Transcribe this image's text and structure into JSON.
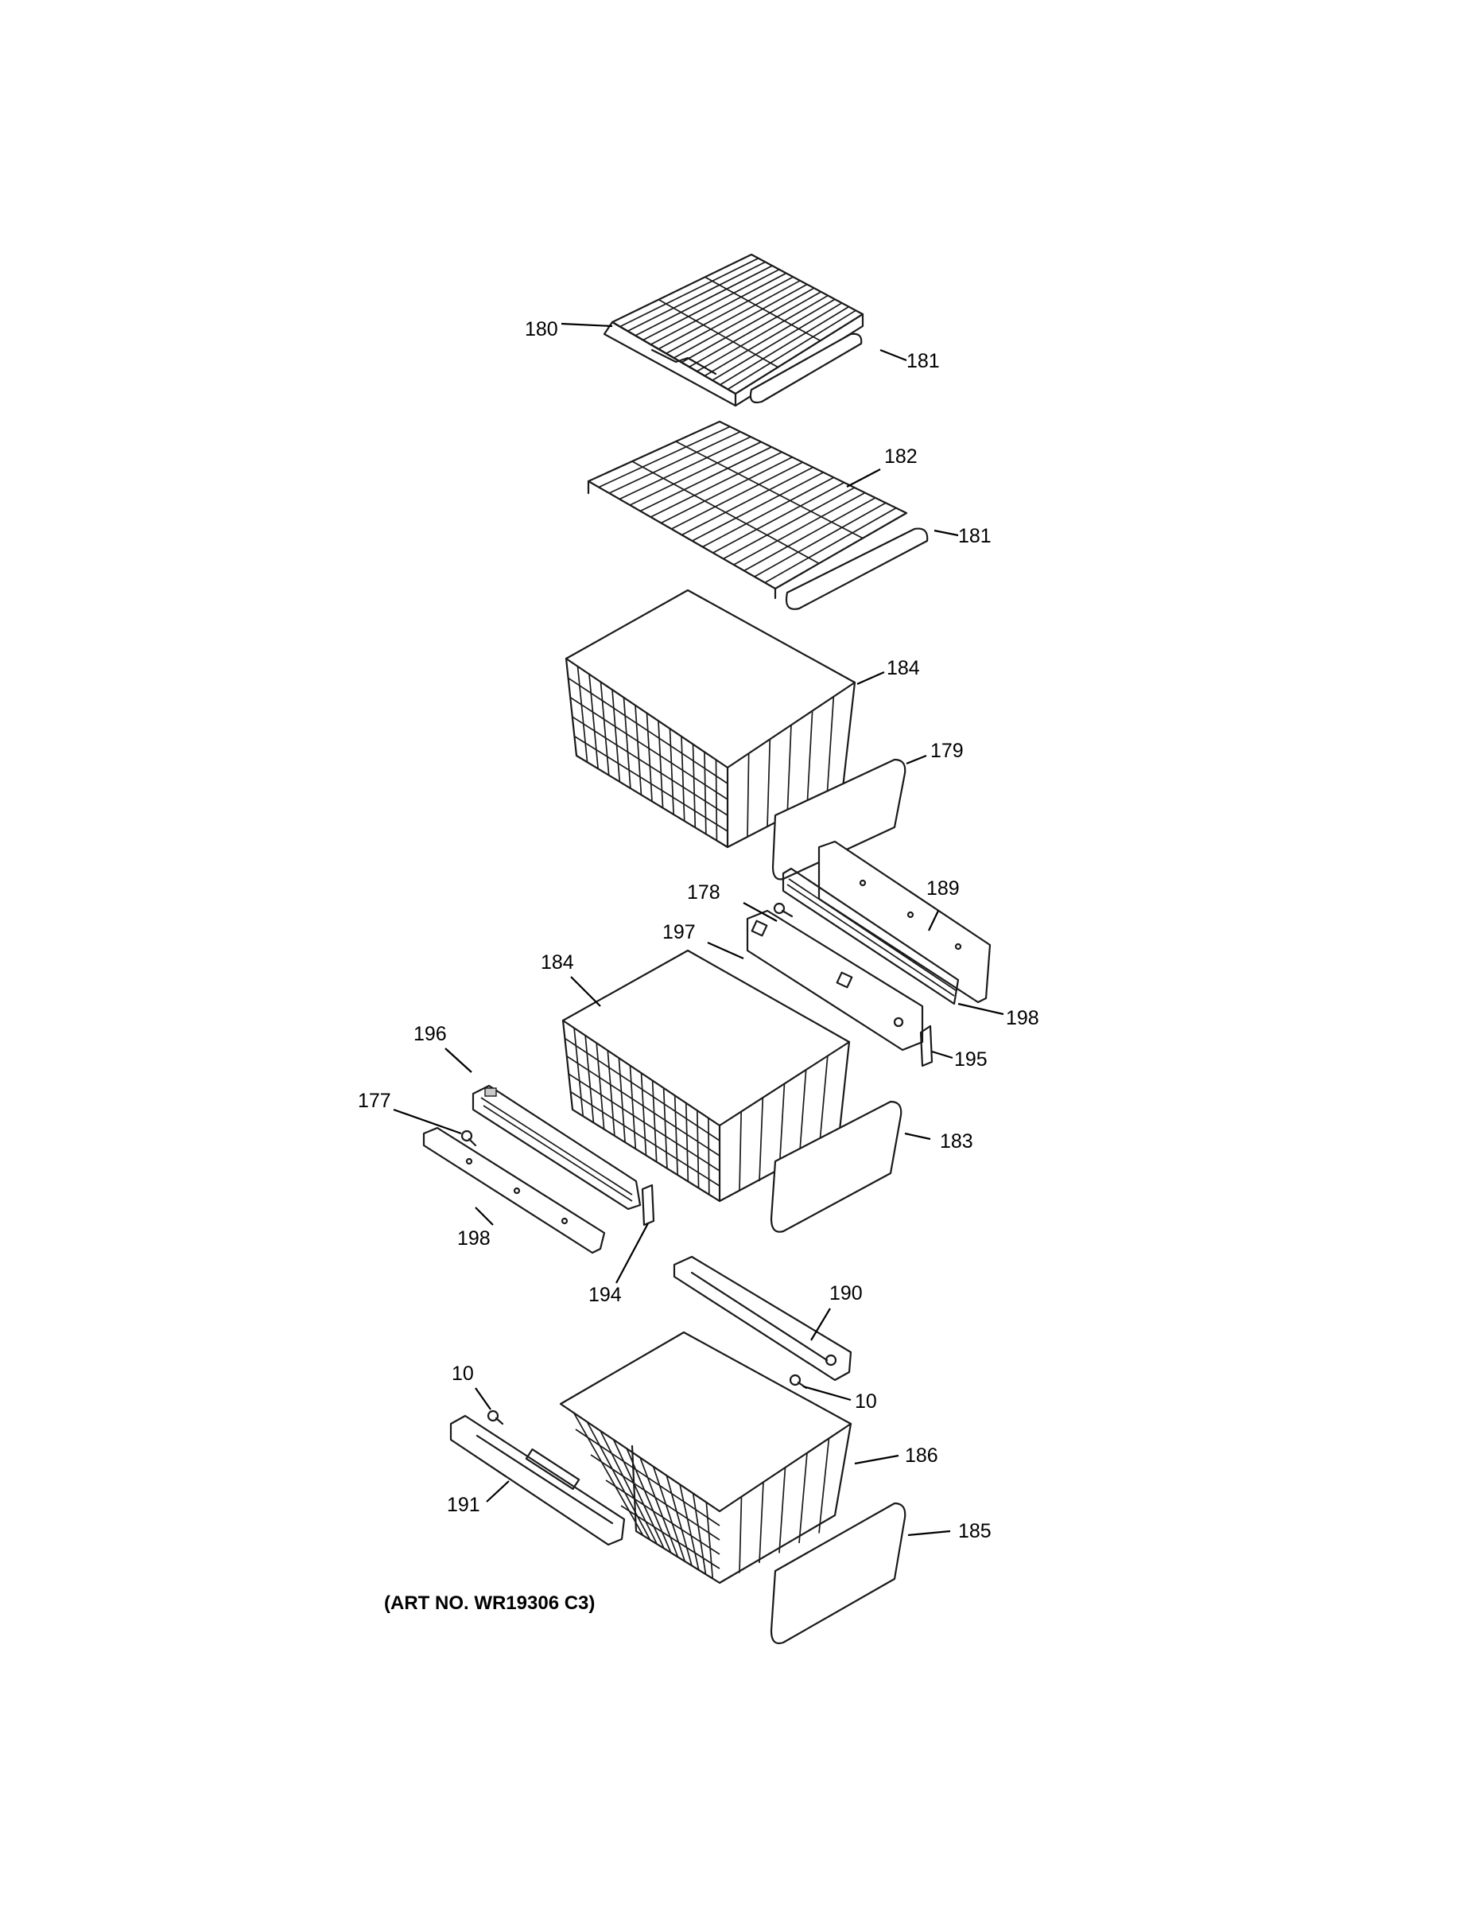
{
  "diagram": {
    "art_number": "(ART NO. WR19306 C3)",
    "callouts": [
      {
        "id": "c180",
        "label": "180"
      },
      {
        "id": "c181a",
        "label": "181"
      },
      {
        "id": "c182",
        "label": "182"
      },
      {
        "id": "c181b",
        "label": "181"
      },
      {
        "id": "c184a",
        "label": "184"
      },
      {
        "id": "c179",
        "label": "179"
      },
      {
        "id": "c178",
        "label": "178"
      },
      {
        "id": "c189",
        "label": "189"
      },
      {
        "id": "c197",
        "label": "197"
      },
      {
        "id": "c184b",
        "label": "184"
      },
      {
        "id": "c198a",
        "label": "198"
      },
      {
        "id": "c196",
        "label": "196"
      },
      {
        "id": "c195",
        "label": "195"
      },
      {
        "id": "c177",
        "label": "177"
      },
      {
        "id": "c183",
        "label": "183"
      },
      {
        "id": "c198b",
        "label": "198"
      },
      {
        "id": "c194",
        "label": "194"
      },
      {
        "id": "c190",
        "label": "190"
      },
      {
        "id": "c10a",
        "label": "10"
      },
      {
        "id": "c10b",
        "label": "10"
      },
      {
        "id": "c186",
        "label": "186"
      },
      {
        "id": "c191",
        "label": "191"
      },
      {
        "id": "c185",
        "label": "185"
      }
    ]
  }
}
